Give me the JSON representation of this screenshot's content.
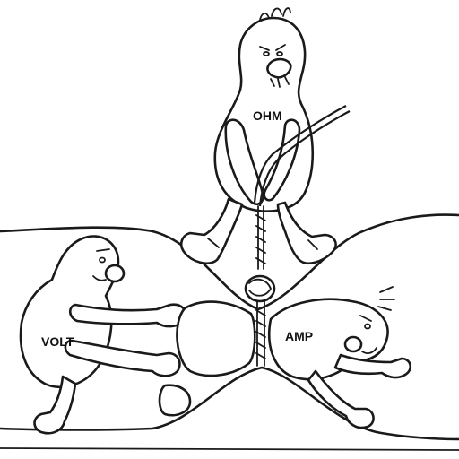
{
  "labels": {
    "ohm": "OHM",
    "volt": "VOLT",
    "amp": "AMP"
  },
  "colors": {
    "ink": "#1a1a1a",
    "paper": "#ffffff"
  }
}
